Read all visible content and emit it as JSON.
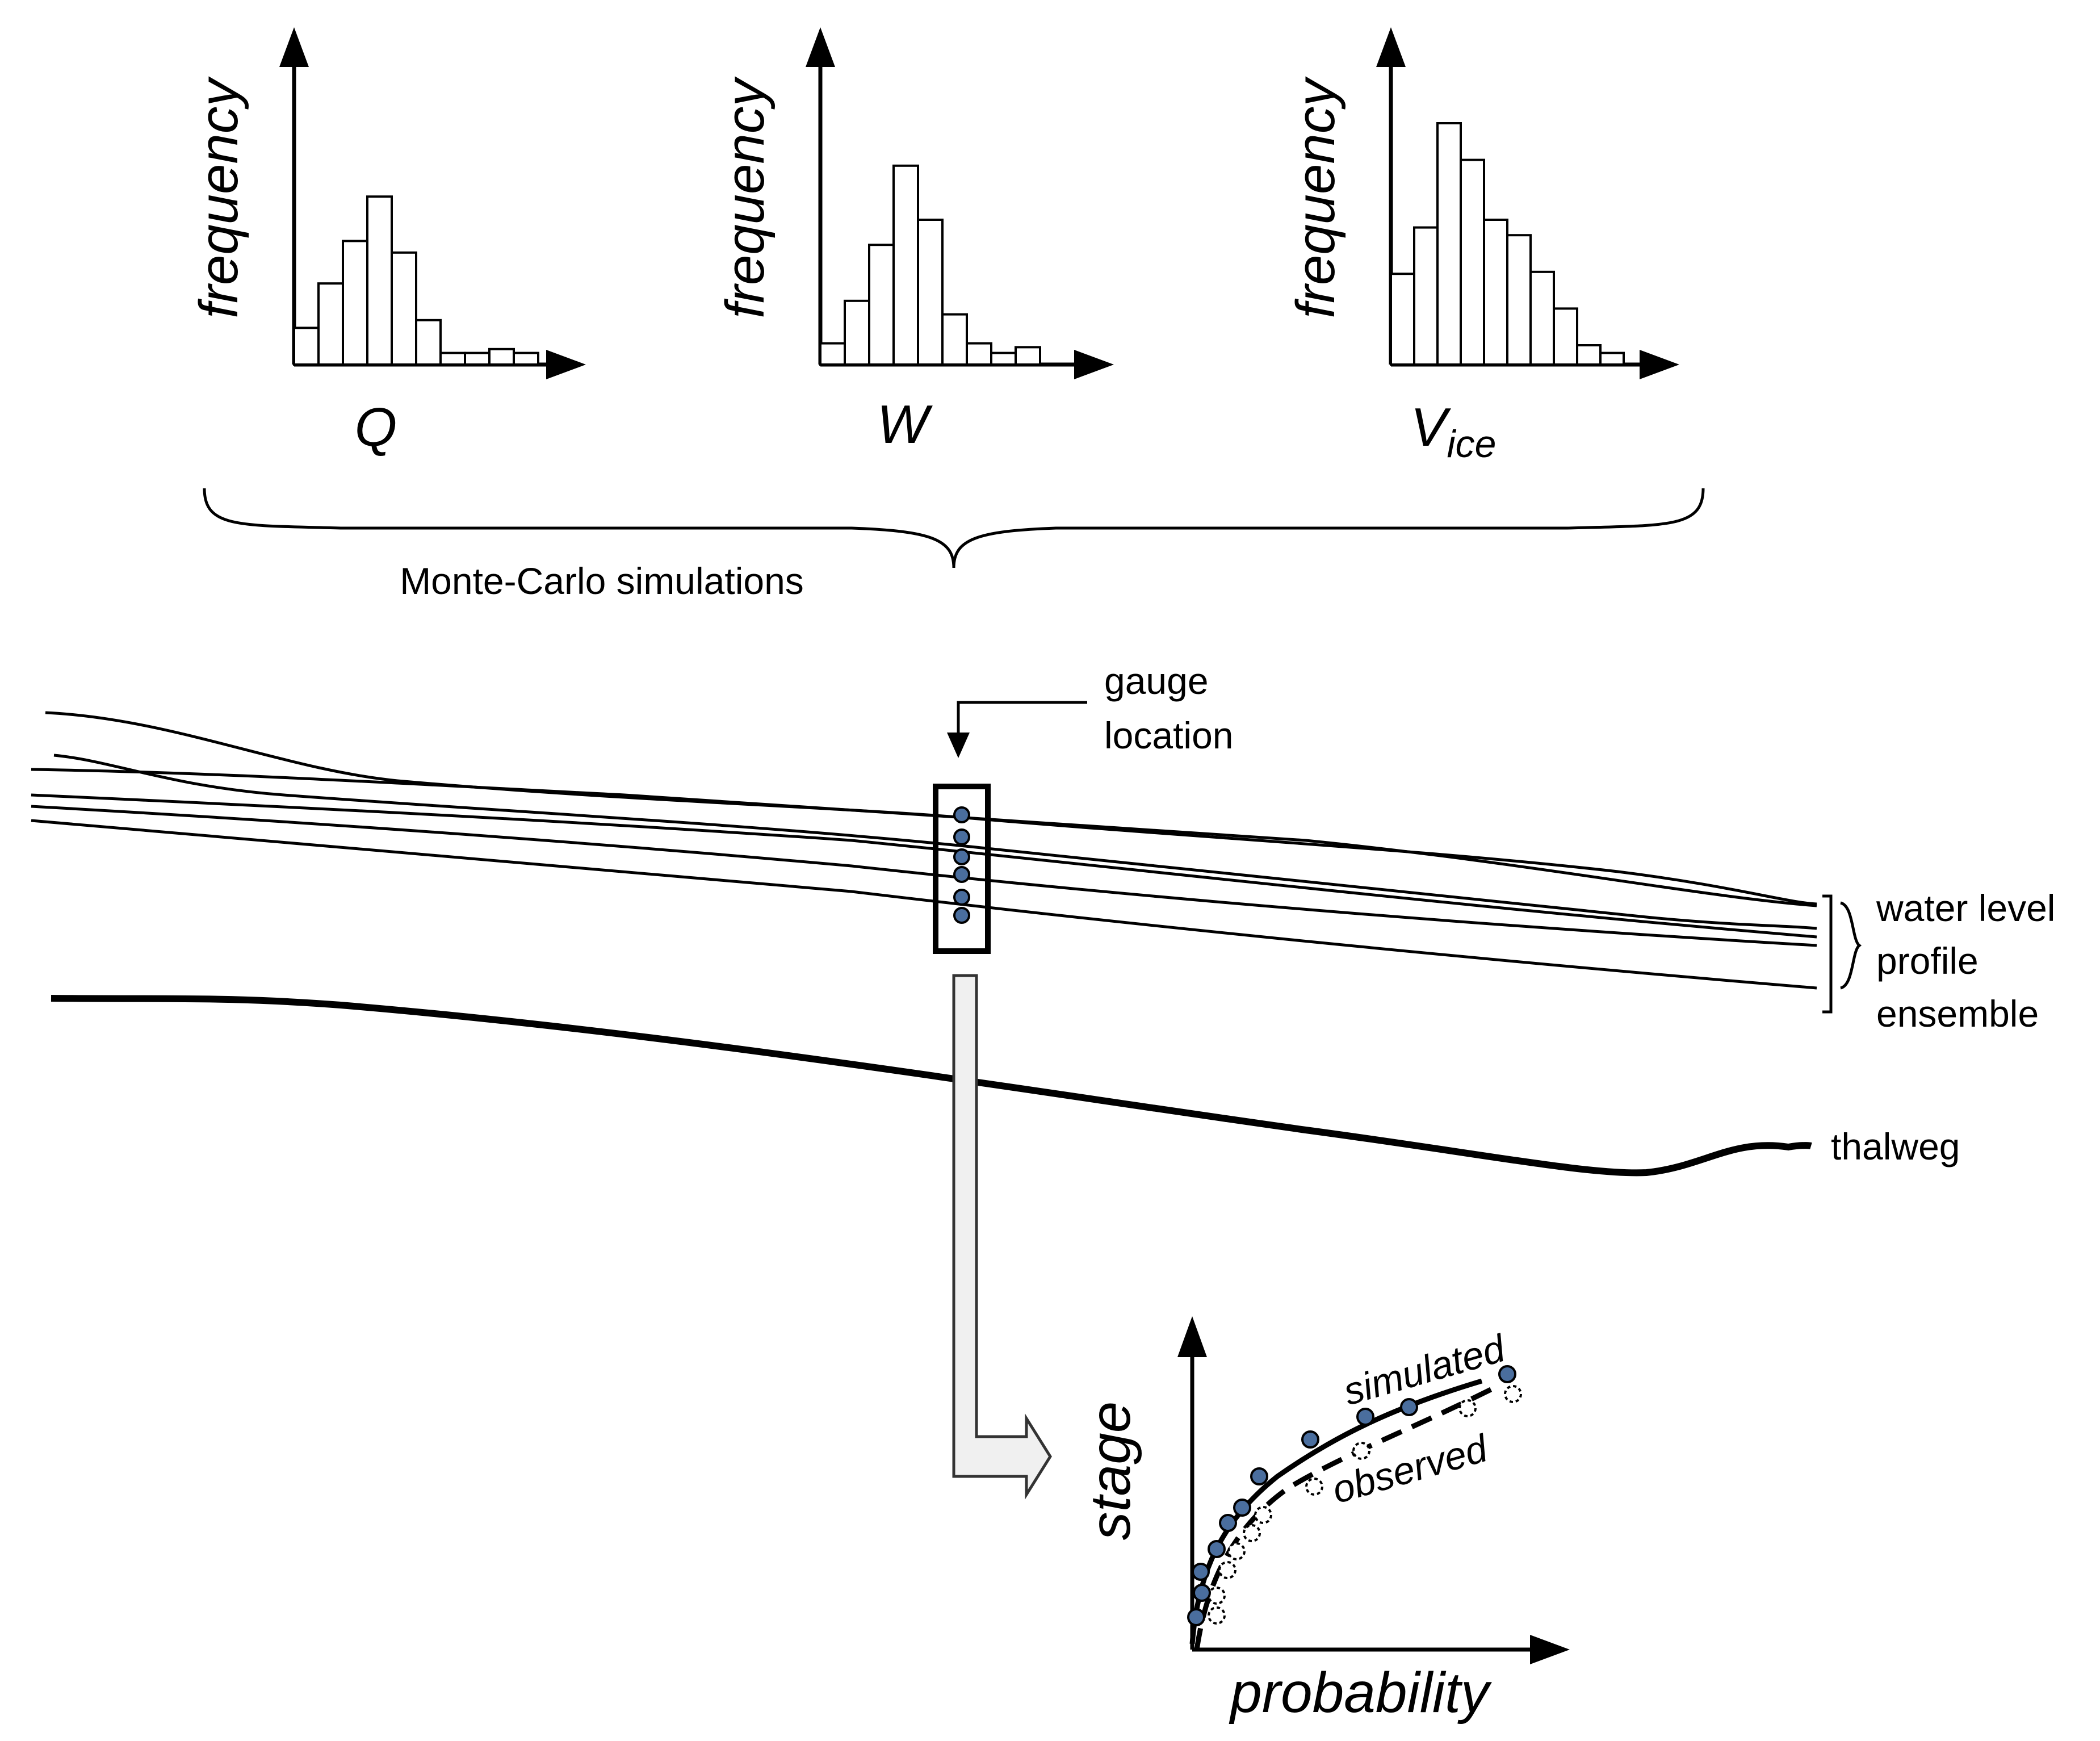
{
  "histograms": [
    {
      "ylabel": "frequency",
      "xlabel": "Q",
      "xsub": "",
      "values": [
        0.19,
        0.42,
        0.64,
        0.87,
        0.58,
        0.23,
        0.06,
        0.06,
        0.08,
        0.06
      ]
    },
    {
      "ylabel": "frequency",
      "xlabel": "W",
      "xsub": "",
      "values": [
        0.11,
        0.33,
        0.62,
        1.03,
        0.75,
        0.26,
        0.11,
        0.06,
        0.09
      ]
    },
    {
      "ylabel": "frequency",
      "xlabel": "V",
      "xsub": "ice",
      "values": [
        0.47,
        0.71,
        1.25,
        1.06,
        0.75,
        0.67,
        0.48,
        0.29,
        0.1,
        0.06
      ]
    }
  ],
  "brace_label": "Monte-Carlo simulations",
  "profile": {
    "gauge_label_line1": "gauge",
    "gauge_label_line2": "location",
    "ensemble_label_line1": "water level",
    "ensemble_label_line2": "profile",
    "ensemble_label_line3": "ensemble",
    "thalweg_label": "thalweg"
  },
  "stage_plot": {
    "ylabel": "stage",
    "xlabel": "probability",
    "simulated_label": "simulated",
    "observed_label": "observed"
  },
  "colors": {
    "line": "#000000",
    "marker_fill": "#4a6e9e",
    "arrow_fill": "#f0f0f0",
    "arrow_stroke": "#333333"
  }
}
